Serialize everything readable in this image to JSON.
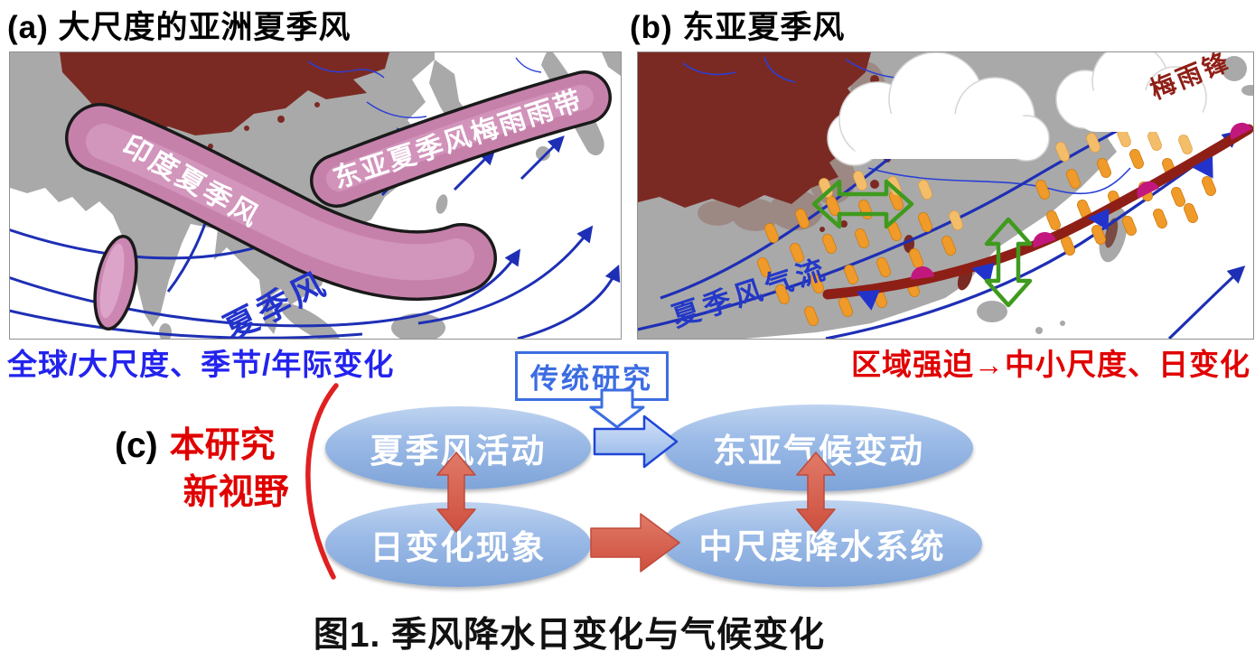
{
  "figure": {
    "panel_a": {
      "title": "(a) 大尺度的亚洲夏季风",
      "band_india_label": "印度夏季风",
      "band_meiyu_label": "东亚夏季风梅雨雨带",
      "monsoon_label": "夏季风",
      "footnote": "全球/大尺度、季节/年际变化"
    },
    "panel_b": {
      "title": "(b) 东亚夏季风",
      "front_label": "梅雨锋",
      "flow_label": "夏季风气流",
      "footnote": "区域强迫→中小尺度、日变化"
    },
    "panel_c": {
      "index_label": "(c)",
      "side_label_line1": "本研究",
      "side_label_line2": "新视野",
      "traditional_box_label": "传统研究",
      "node_top_left": "夏季风活动",
      "node_top_right": "东亚气候变动",
      "node_bottom_left": "日变化现象",
      "node_bottom_right": "中尺度降水系统"
    },
    "caption": "图1. 季风降水日变化与气候变化",
    "colors": {
      "annotation_blue": "#2323ee",
      "annotation_red": "#e00000",
      "land_gray": "#a9a9a9",
      "plateau_maroon": "#7b2a23",
      "monsoon_band_pink": "#c681ab",
      "streamline_blue": "#1e2fb5",
      "meiyu_front_red": "#8e1f16",
      "warm_front_magenta": "#c2187e",
      "cold_front_blue": "#2233cc",
      "rain_orange": "#f09a2a",
      "green_arrow": "#3f9a1e",
      "node_fill_blue": "#8fb0e0",
      "flow_arrow_red": "#d9604f",
      "flow_arrow_blue_border": "#1f46d6"
    }
  }
}
